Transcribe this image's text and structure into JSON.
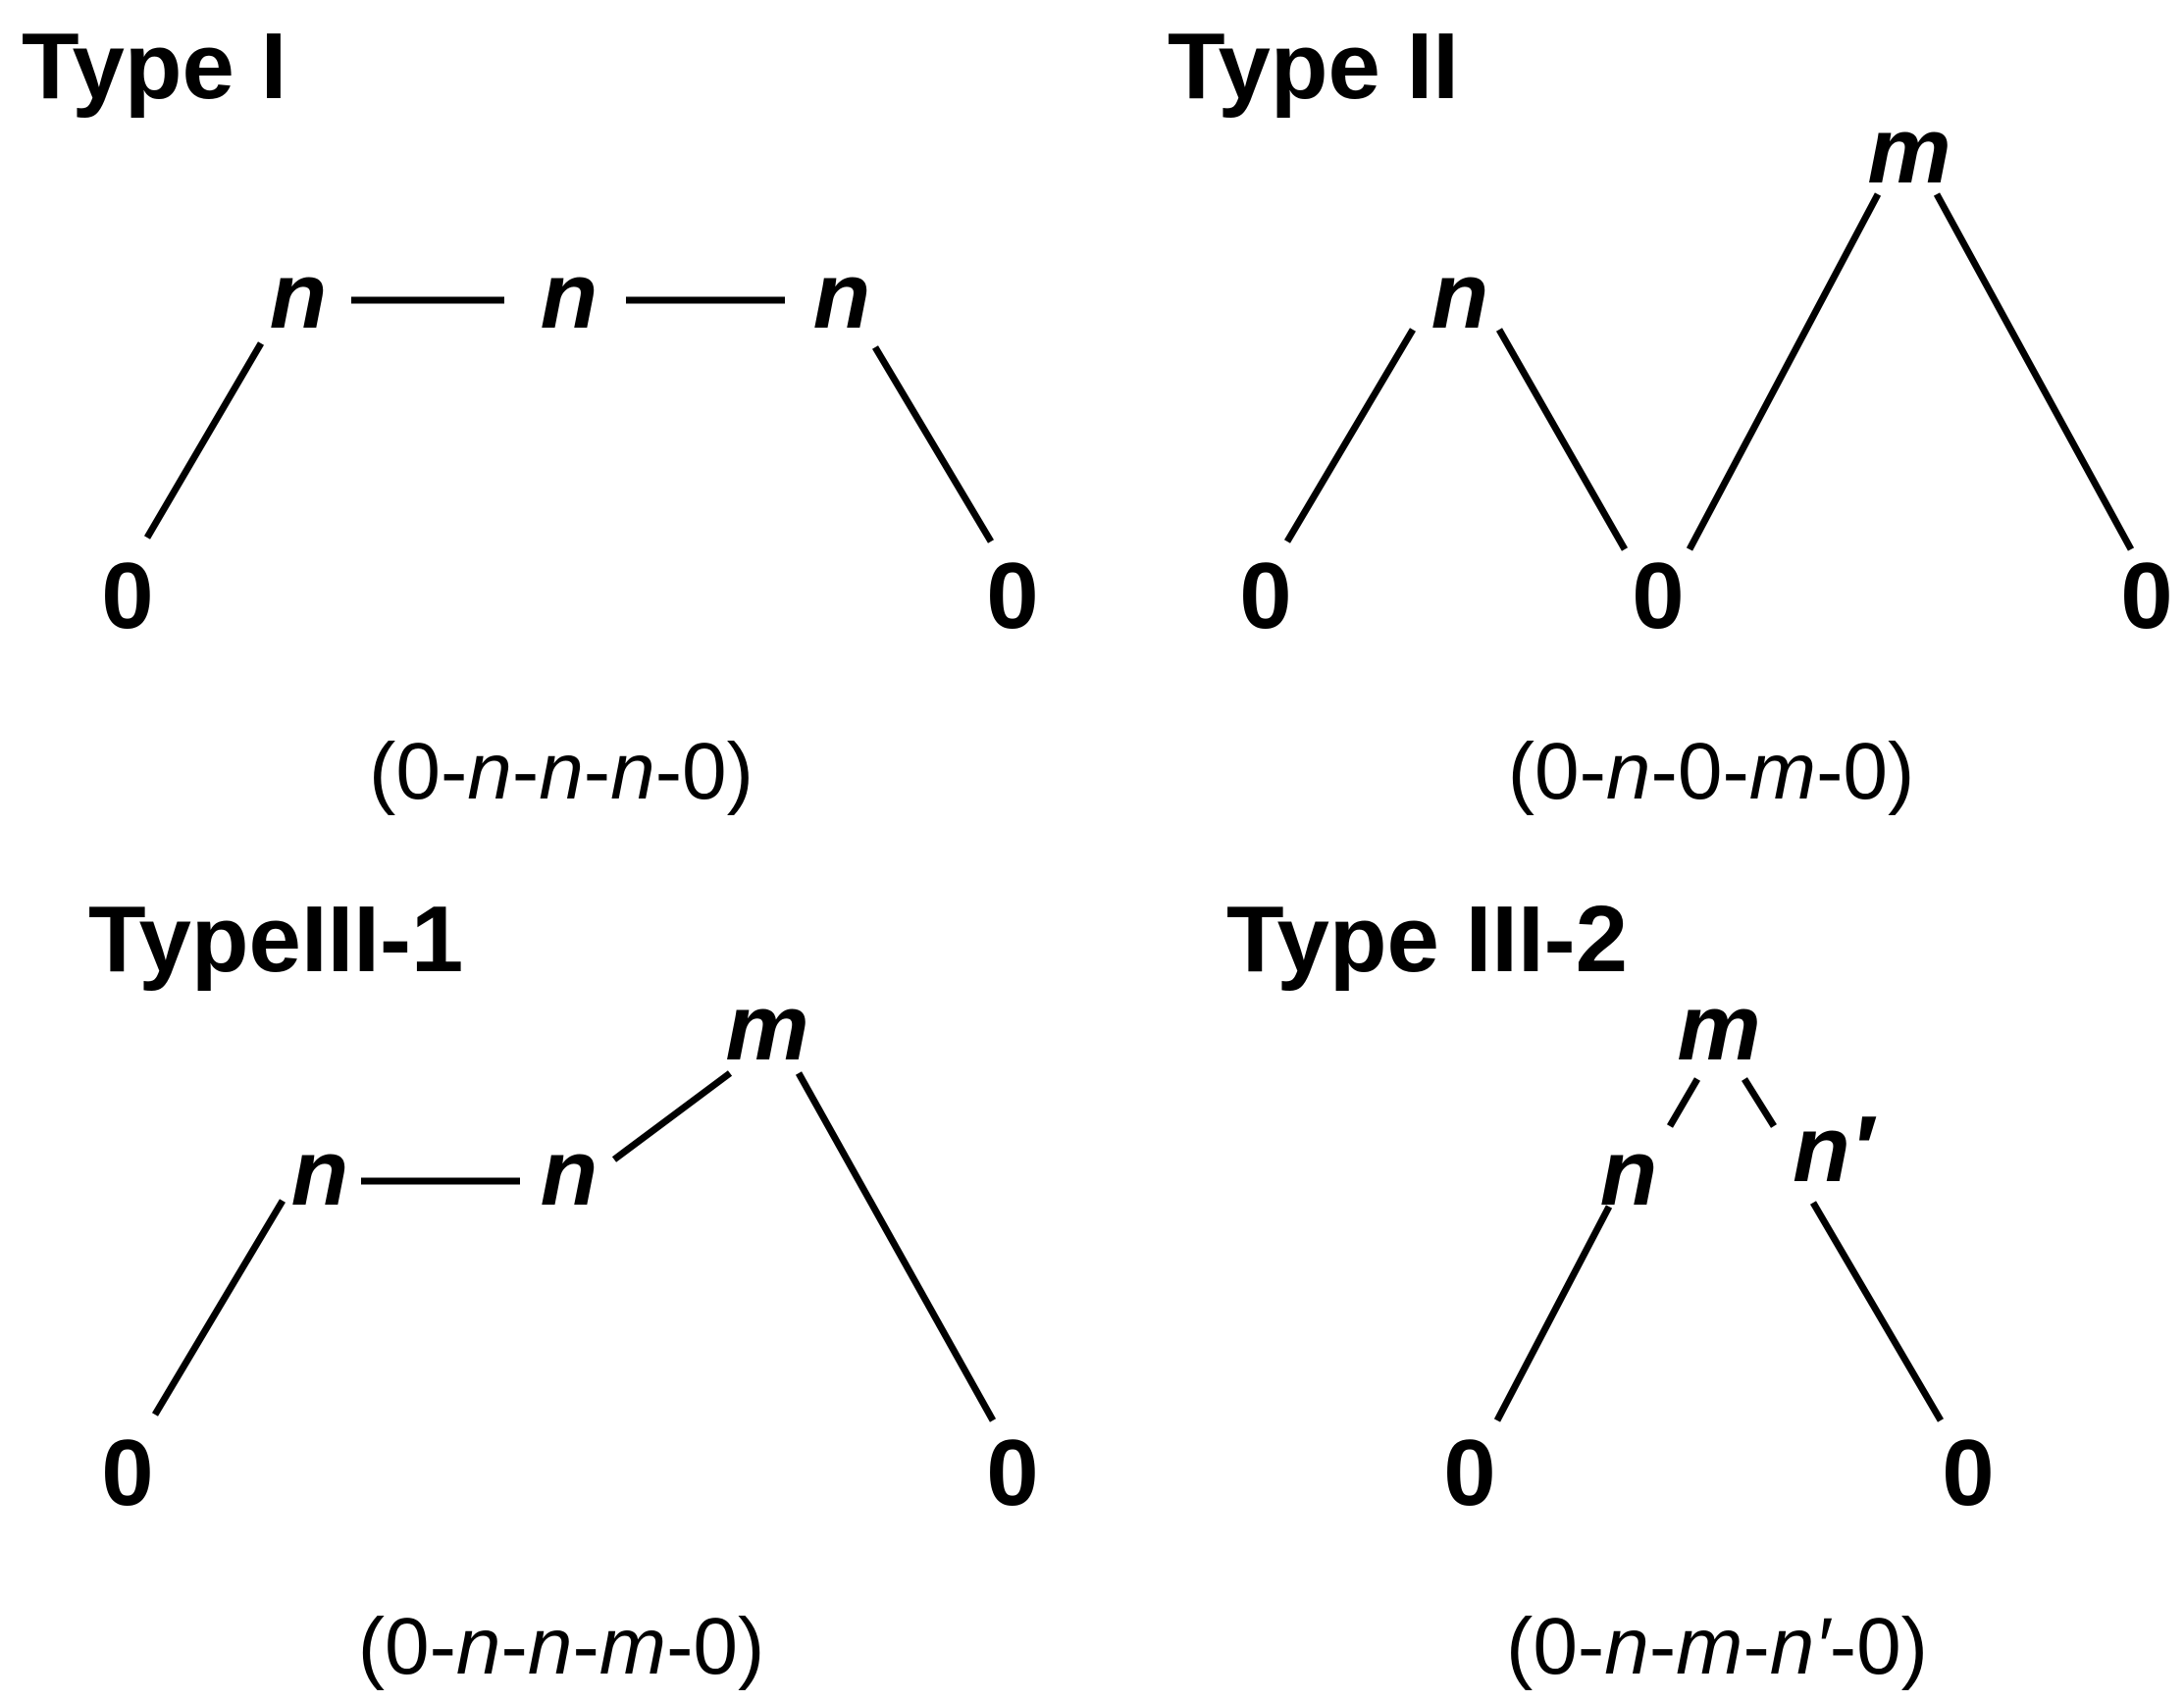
{
  "colors": {
    "ink": "#000000",
    "background": "#ffffff"
  },
  "panels": [
    {
      "id": "type-1",
      "title": "Type I",
      "nodes": [
        "0",
        "n",
        "n",
        "n",
        "0"
      ],
      "sequence": [
        {
          "t": "(0-",
          "i": false
        },
        {
          "t": "n",
          "i": true
        },
        {
          "t": "-",
          "i": false
        },
        {
          "t": "n",
          "i": true
        },
        {
          "t": "-",
          "i": false
        },
        {
          "t": "n",
          "i": true
        },
        {
          "t": "-0)",
          "i": false
        }
      ]
    },
    {
      "id": "type-2",
      "title": "Type II",
      "nodes": [
        "0",
        "n",
        "0",
        "m",
        "0"
      ],
      "sequence": [
        {
          "t": "(0-",
          "i": false
        },
        {
          "t": "n",
          "i": true
        },
        {
          "t": "-0-",
          "i": false
        },
        {
          "t": "m",
          "i": true
        },
        {
          "t": "-0)",
          "i": false
        }
      ]
    },
    {
      "id": "type-3-1",
      "title": "TypeIII-1",
      "nodes": [
        "0",
        "n",
        "n",
        "m",
        "0"
      ],
      "sequence": [
        {
          "t": "(0-",
          "i": false
        },
        {
          "t": "n",
          "i": true
        },
        {
          "t": "-",
          "i": false
        },
        {
          "t": "n",
          "i": true
        },
        {
          "t": "-",
          "i": false
        },
        {
          "t": "m",
          "i": true
        },
        {
          "t": "-0)",
          "i": false
        }
      ]
    },
    {
      "id": "type-3-2",
      "title": "Type III-2",
      "nodes": [
        "0",
        "n",
        "m",
        "n′",
        "0"
      ],
      "sequence": [
        {
          "t": "(0-",
          "i": false
        },
        {
          "t": "n",
          "i": true
        },
        {
          "t": "-",
          "i": false
        },
        {
          "t": "m",
          "i": true
        },
        {
          "t": "-",
          "i": false
        },
        {
          "t": "n′",
          "i": true
        },
        {
          "t": "-0)",
          "i": false
        }
      ]
    }
  ]
}
